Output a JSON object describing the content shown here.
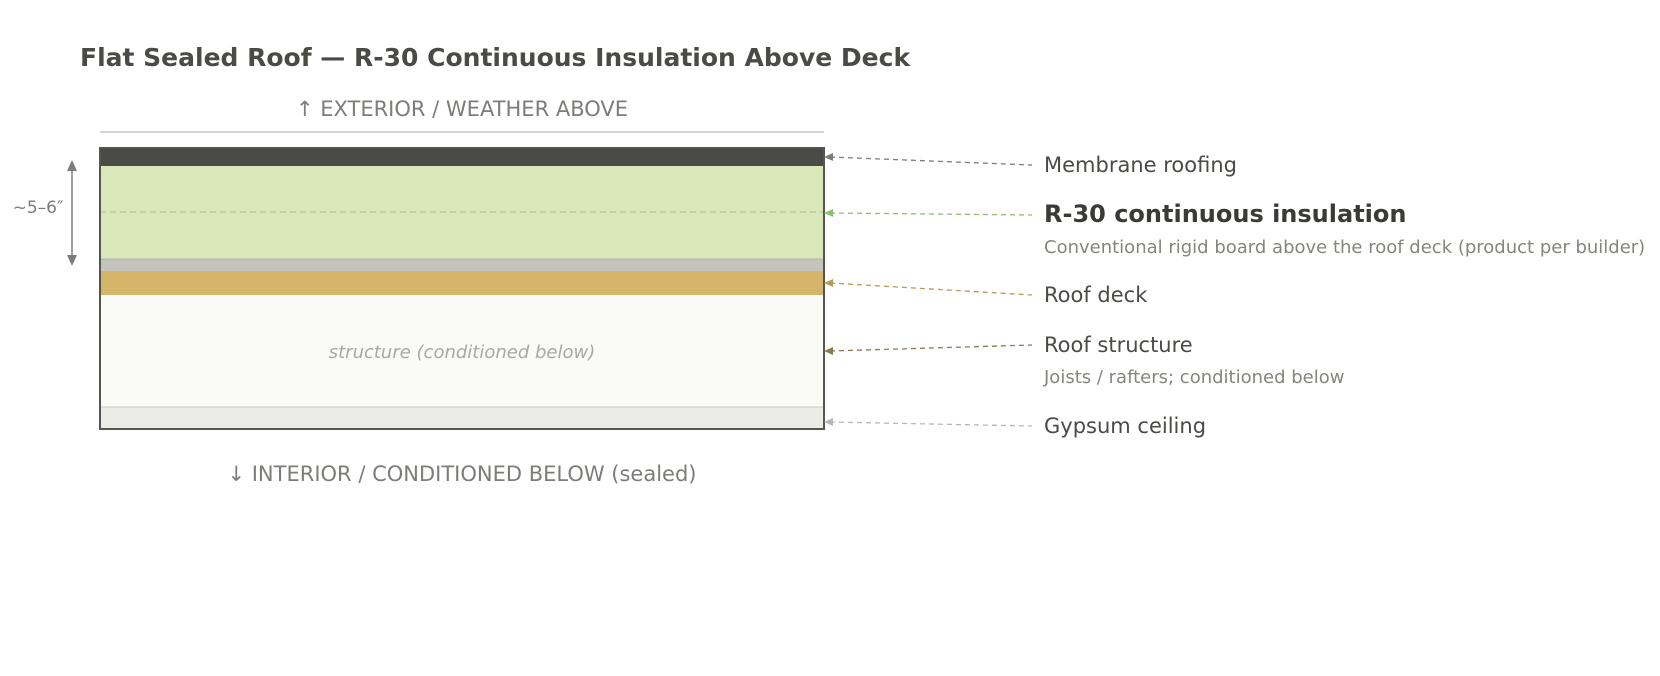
{
  "title": "Flat Sealed Roof — R-30 Continuous Insulation Above Deck",
  "exterior_label": "↑ EXTERIOR / WEATHER ABOVE",
  "interior_label": "↓ INTERIOR / CONDITIONED BELOW (sealed)",
  "dimension_label": "~5–6″",
  "structure_note": "structure (conditioned below)",
  "layers": {
    "membrane": {
      "label": "Membrane roofing",
      "color": "#4a4a46"
    },
    "insulation": {
      "label": "R-30 continuous insulation",
      "sub": "Conventional rigid board above the roof deck (product per builder)",
      "color": "#d8e8b8",
      "leader_color": "#8ebf72"
    },
    "separator": {
      "color": "#c4c4bc"
    },
    "deck": {
      "label": "Roof deck",
      "color": "#d4b56a",
      "leader_color": "#b79a56"
    },
    "structure": {
      "label": "Roof structure",
      "sub": "Joists / rafters; conditioned below",
      "color": "#fafaf6",
      "leader_color": "#8a7a52"
    },
    "gypsum": {
      "label": "Gypsum ceiling",
      "color": "#ececE6",
      "leader_color": "#b8b8b2"
    }
  },
  "colors": {
    "outline": "#55554f",
    "text_dark": "#4a4a46",
    "text_muted": "#7c7c78"
  }
}
